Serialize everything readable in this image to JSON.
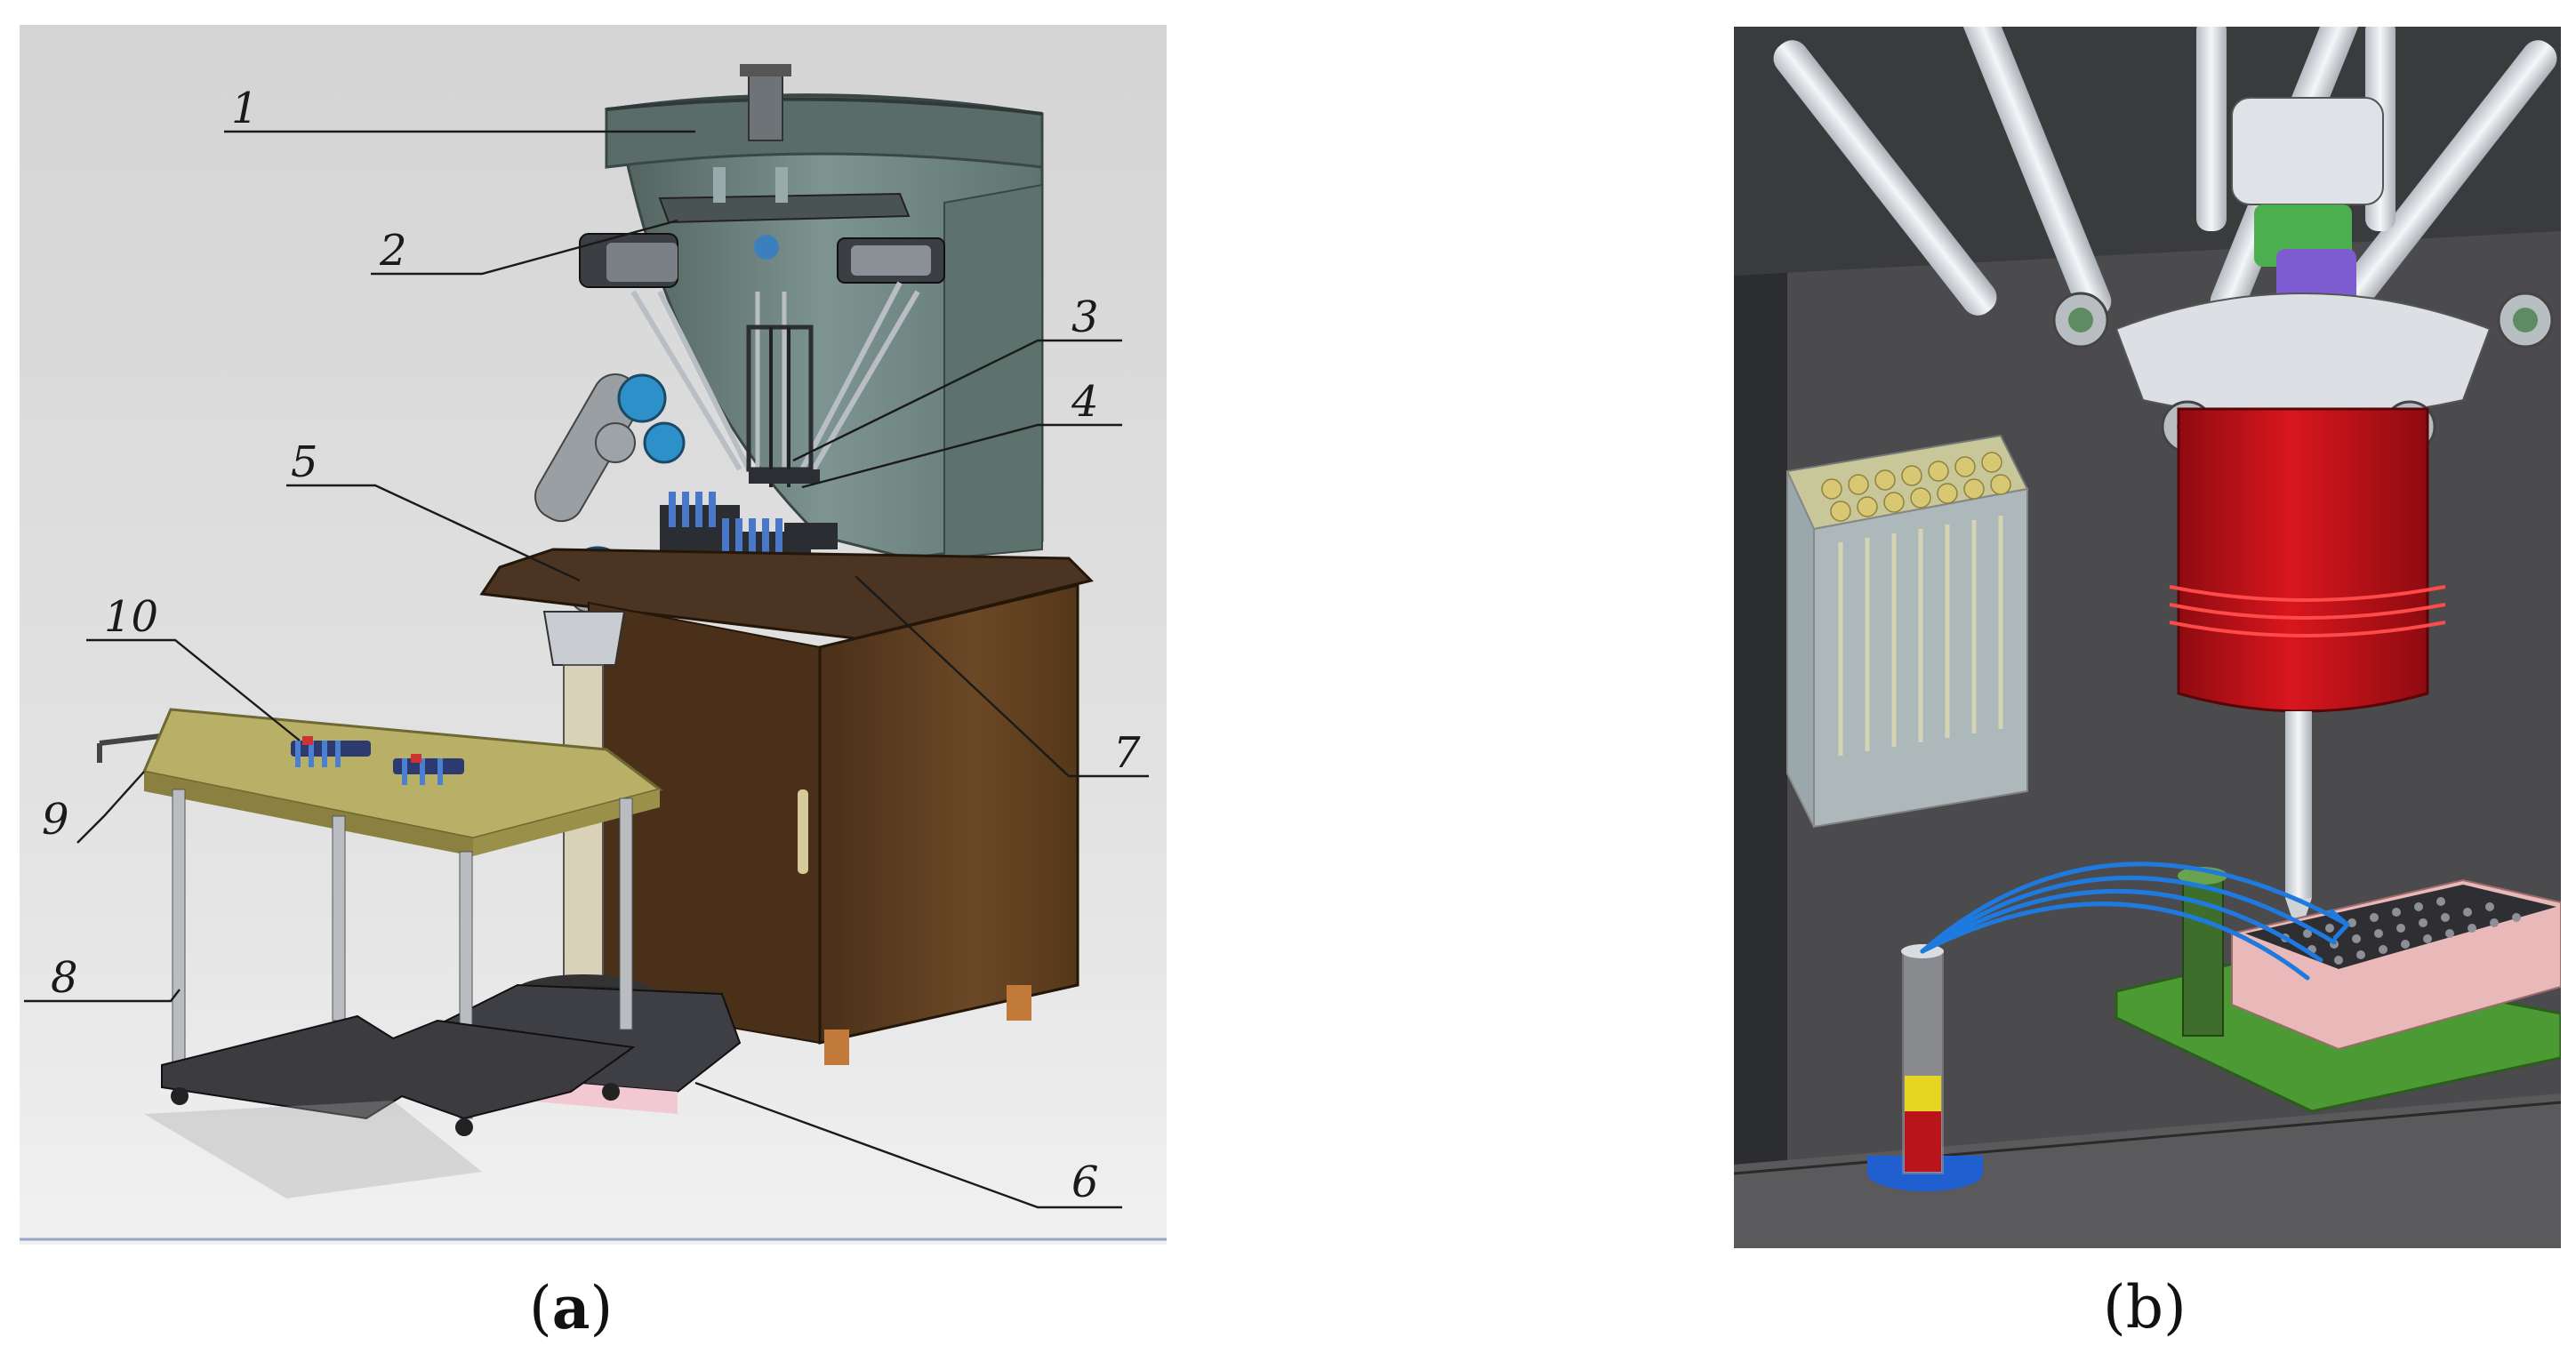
{
  "figure": {
    "panels": [
      {
        "id": "a",
        "caption": "a",
        "callouts": [
          "1",
          "2",
          "3",
          "4",
          "5",
          "6",
          "7",
          "8",
          "9",
          "10"
        ]
      },
      {
        "id": "b",
        "caption": "b"
      }
    ]
  },
  "colors": {
    "scene_bg_a": "#dcdcdc",
    "cabinet_wood": "#5e3f22",
    "enclosure_green": "#6f8580",
    "tray_yellow": "#b6ad60",
    "scene_bg_b": "#4a4a4a",
    "pipette_red": "#c8121a",
    "arrow_blue": "#1f7ae0",
    "board_green": "#4b9a33",
    "plate_pink": "#e9b8b8"
  }
}
